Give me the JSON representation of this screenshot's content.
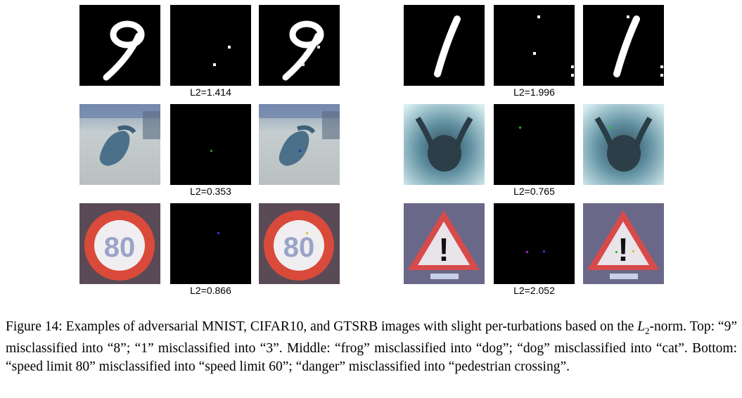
{
  "figure": {
    "rows": [
      {
        "dataset": "MNIST",
        "left": {
          "l2": "L2=1.414",
          "digit": "9"
        },
        "right": {
          "l2": "L2=1.996",
          "digit": "1"
        }
      },
      {
        "dataset": "CIFAR10",
        "left": {
          "l2": "L2=0.353"
        },
        "right": {
          "l2": "L2=0.765"
        }
      },
      {
        "dataset": "GTSRB",
        "left": {
          "l2": "L2=0.866",
          "sign_text": "80"
        },
        "right": {
          "l2": "L2=2.052",
          "sign_text": "!"
        }
      }
    ],
    "caption": {
      "label": "Figure 14:",
      "text_a": "Examples of adversarial MNIST, CIFAR10, and GTSRB images with slight per-turbations based on the",
      "norm_main": "L",
      "norm_sub": "2",
      "text_b": "-norm. Top: “9” misclassified into “8”; “1” misclassified into “3”. Middle: “frog” misclassified into “dog”; “dog” misclassified into “cat”. Bottom: “speed limit 80” misclassified into “speed limit 60”; “danger” misclassified into “pedestrian crossing”."
    }
  },
  "colors": {
    "background": "#ffffff",
    "tile_black": "#000000",
    "text": "#000000"
  }
}
